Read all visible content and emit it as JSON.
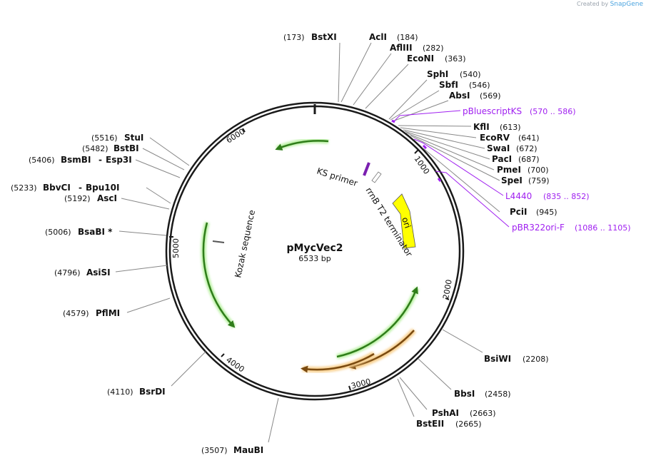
{
  "credit": {
    "prefix": "Created by",
    "brand": "SnapGene"
  },
  "plasmid": {
    "name": "pMycVec2",
    "length_label": "6533 bp"
  },
  "ticks": [
    "1000",
    "2000",
    "3000",
    "4000",
    "5000",
    "6000"
  ],
  "sites": [
    {
      "name": "BstXI",
      "pos": "(173)"
    },
    {
      "name": "AclI",
      "pos": "(184)"
    },
    {
      "name": "AflIII",
      "pos": "(282)"
    },
    {
      "name": "EcoNI",
      "pos": "(363)"
    },
    {
      "name": "SphI",
      "pos": "(540)"
    },
    {
      "name": "SbfI",
      "pos": "(546)"
    },
    {
      "name": "AbsI",
      "pos": "(569)"
    },
    {
      "name": "KflI",
      "pos": "(613)"
    },
    {
      "name": "EcoRV",
      "pos": "(641)"
    },
    {
      "name": "SwaI",
      "pos": "(672)"
    },
    {
      "name": "PacI",
      "pos": "(687)"
    },
    {
      "name": "PmeI",
      "pos": "(700)"
    },
    {
      "name": "SpeI",
      "pos": "(759)"
    },
    {
      "name": "PciI",
      "pos": "(945)"
    },
    {
      "name": "BsiWI",
      "pos": "(2208)"
    },
    {
      "name": "BbsI",
      "pos": "(2458)"
    },
    {
      "name": "PshAI",
      "pos": "(2663)"
    },
    {
      "name": "BstEII",
      "pos": "(2665)"
    },
    {
      "name": "MauBI",
      "pos": "(3507)"
    },
    {
      "name": "BsrDI",
      "pos": "(4110)"
    },
    {
      "name": "PflMI",
      "pos": "(4579)"
    },
    {
      "name": "AsiSI",
      "pos": "(4796)"
    },
    {
      "name": "BsaBI *",
      "pos": "(5006)"
    },
    {
      "name": "AscI",
      "pos": "(5192)"
    },
    {
      "name": "BbvCI",
      "pos": "(5233)",
      "alt": "Bpu10I"
    },
    {
      "name": "BsmBI",
      "pos": "(5406)",
      "alt": "Esp3I"
    },
    {
      "name": "BstBI",
      "pos": "(5482)"
    },
    {
      "name": "StuI",
      "pos": "(5516)"
    }
  ],
  "primers": [
    {
      "name": "pBluescriptKS",
      "range": "(570 .. 586)"
    },
    {
      "name": "L4440",
      "range": "(835 .. 852)"
    },
    {
      "name": "pBR322ori-F",
      "range": "(1086 .. 1105)"
    }
  ],
  "features": [
    {
      "label": "KS primer"
    },
    {
      "label": "rrnB T2 terminator"
    },
    {
      "label": "ori"
    },
    {
      "label": "Kozak sequence"
    }
  ],
  "colors": {
    "backbone": "#1a1a1a",
    "primer": "#a020f0",
    "ori": "#ffff00",
    "green_feature": "#3aa020",
    "orange_feature": "#f0a030"
  }
}
